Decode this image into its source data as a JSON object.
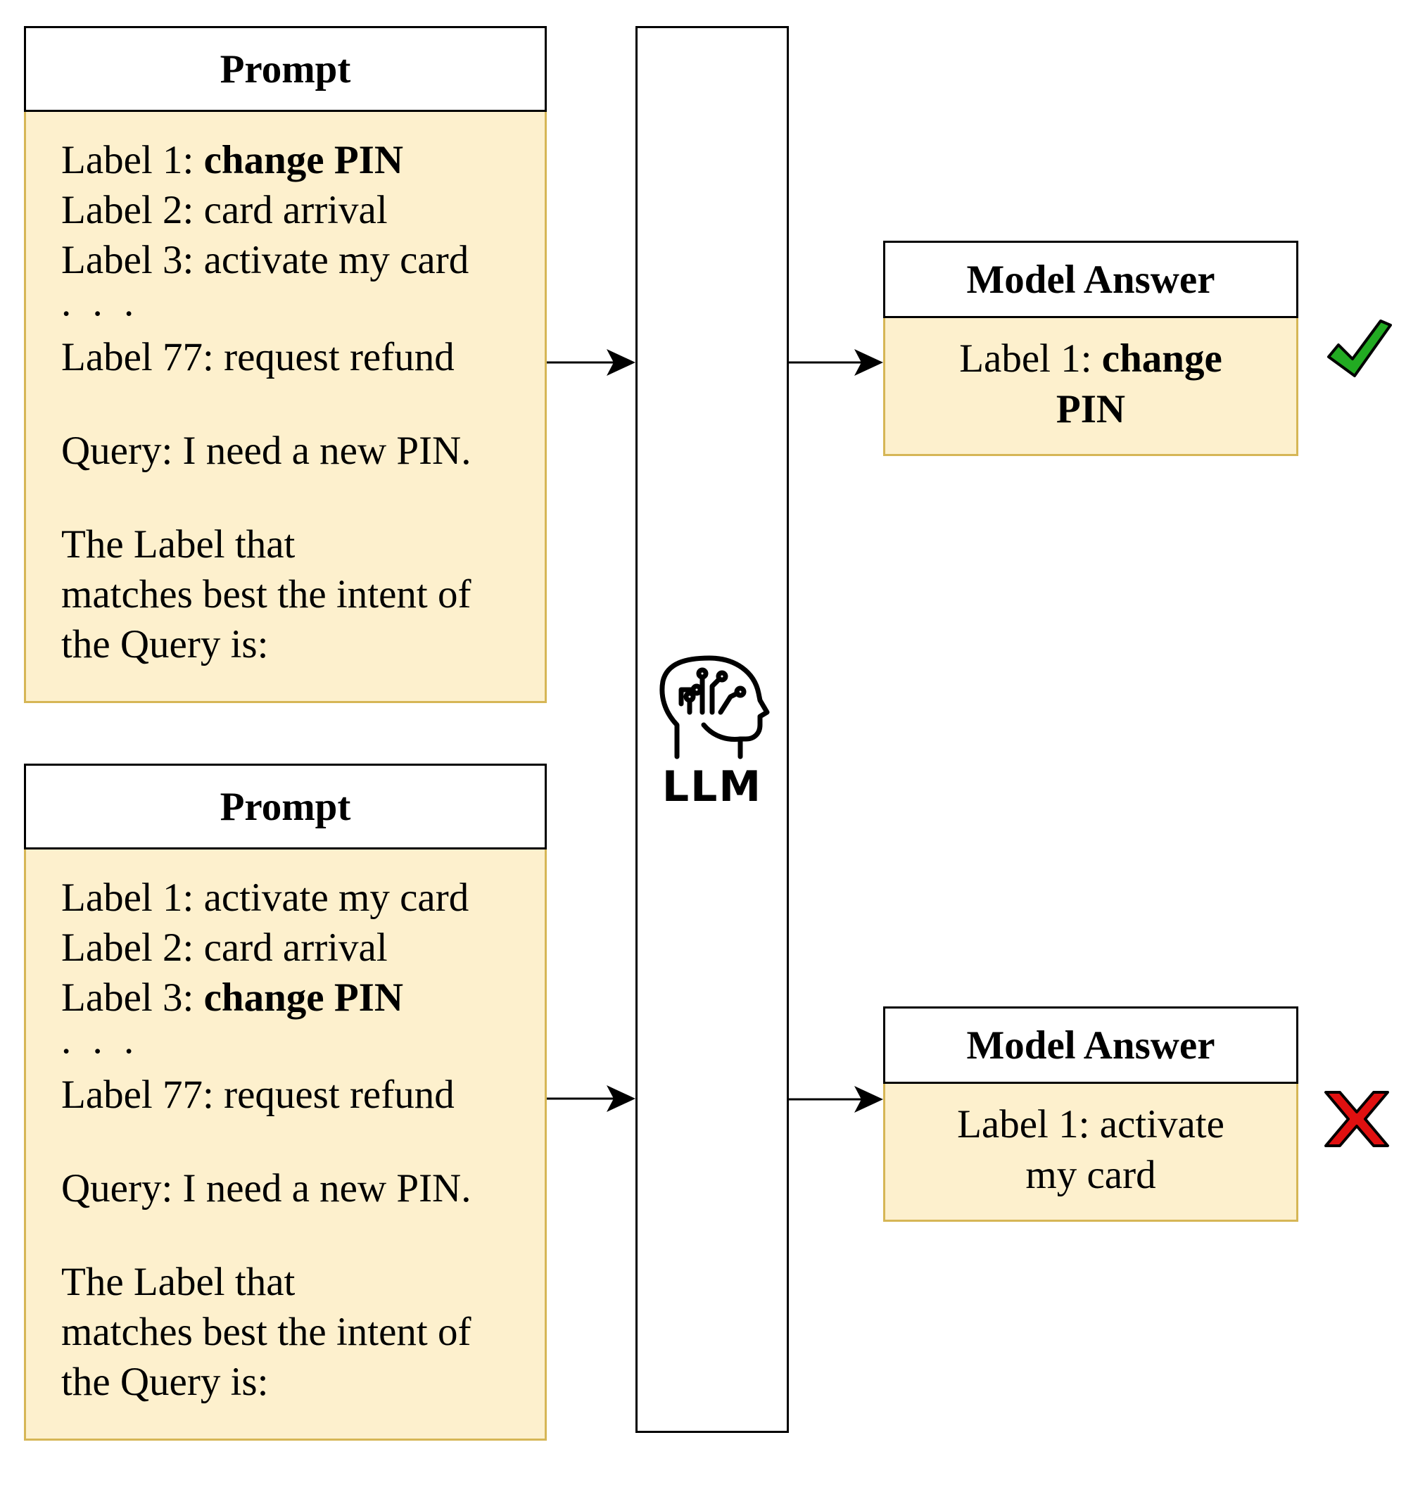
{
  "prompts": [
    {
      "title": "Prompt",
      "lines": [
        {
          "prefix": "Label 1: ",
          "value": "change PIN",
          "bold": true
        },
        {
          "prefix": "Label 2: ",
          "value": "card arrival",
          "bold": false
        },
        {
          "prefix": "Label 3: ",
          "value": "activate my card",
          "bold": false
        },
        {
          "prefix": "",
          "value": ". . .",
          "bold": false
        },
        {
          "prefix": "Label 77: ",
          "value": "request refund",
          "bold": false
        }
      ],
      "query": "Query: I need a new PIN.",
      "instruction": [
        "The Label that",
        "matches best the intent of",
        "the Query is:"
      ]
    },
    {
      "title": "Prompt",
      "lines": [
        {
          "prefix": "Label 1: ",
          "value": "activate my card",
          "bold": false
        },
        {
          "prefix": "Label 2: ",
          "value": "card arrival",
          "bold": false
        },
        {
          "prefix": "Label 3: ",
          "value": "change PIN",
          "bold": true
        },
        {
          "prefix": "",
          "value": ". . .",
          "bold": false
        },
        {
          "prefix": "Label 77: ",
          "value": "request refund",
          "bold": false
        }
      ],
      "query": "Query: I need a new PIN.",
      "instruction": [
        "The Label that",
        "matches best the intent of",
        "the Query is:"
      ]
    }
  ],
  "model": {
    "label": "LLM",
    "icon": "ai-head-circuit-icon"
  },
  "answers": [
    {
      "title": "Model Answer",
      "prefix": "Label 1: ",
      "value_line1": "change",
      "value_line2": "PIN",
      "bold": true,
      "verdict": "correct",
      "verdict_icon": "green-checkmark-icon",
      "verdict_color": "#22aa22"
    },
    {
      "title": "Model Answer",
      "prefix": "Label 1: ",
      "value_line1": "activate",
      "value_line2": "my card",
      "bold": false,
      "verdict": "incorrect",
      "verdict_icon": "red-x-icon",
      "verdict_color": "#e01010"
    }
  ],
  "colors": {
    "box_fill": "#fdf0cd",
    "box_border": "#d6b656",
    "header_border": "#000000"
  }
}
